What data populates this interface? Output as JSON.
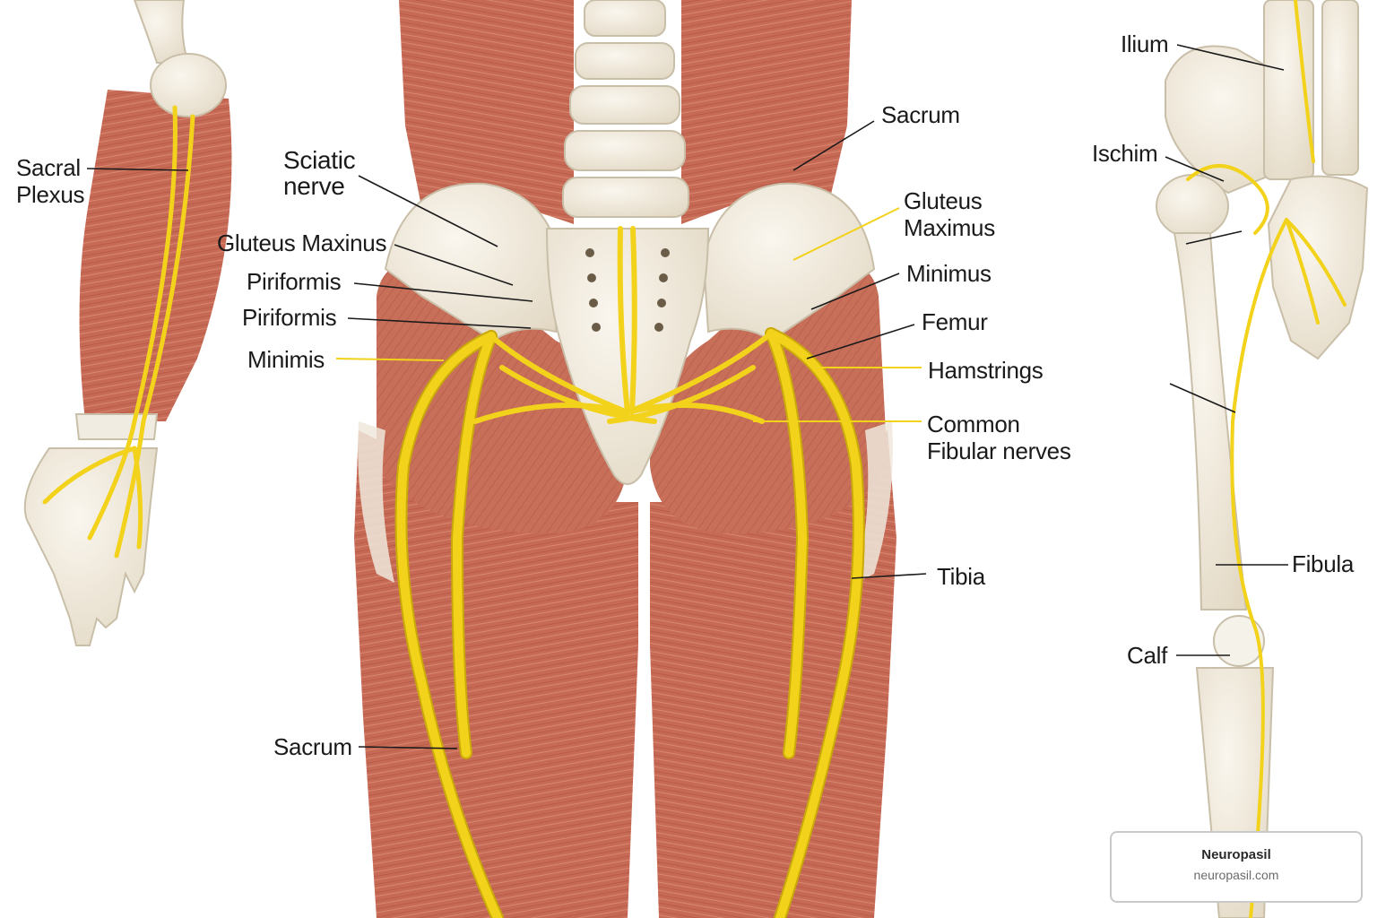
{
  "colors": {
    "muscle": "#c9705a",
    "muscle_dark": "#a8503f",
    "bone": "#efe8da",
    "bone_edge": "#c9bfa9",
    "nerve": "#f2d21b",
    "nerve_edge": "#c9a90a",
    "leader": "#1a1a1a"
  },
  "labels": {
    "sacral_plexus": "Sacral\nPlexus",
    "sciatic_nerve": "Sciatic\nnerve",
    "gluteus_maxinus": "Gluteus Maxinus",
    "piriformis_1": "Piriformis",
    "piriformis_2": "Piriformis",
    "minimis": "Minimis",
    "sacrum_top": "Sacrum",
    "gluteus_maximus": "Gluteus\nMaximus",
    "minimus": "Minimus",
    "femur": "Femur",
    "hamstrings": "Hamstrings",
    "common_fibular": "Common\nFibular nerves",
    "tibia": "Tibia",
    "sacrum_bottom": "Sacrum",
    "ilium": "Ilium",
    "ischim": "Ischim",
    "fibula": "Fibula",
    "calf": "Calf"
  },
  "brand": {
    "name": "Neuropasil",
    "url": "neuropasil.com"
  }
}
